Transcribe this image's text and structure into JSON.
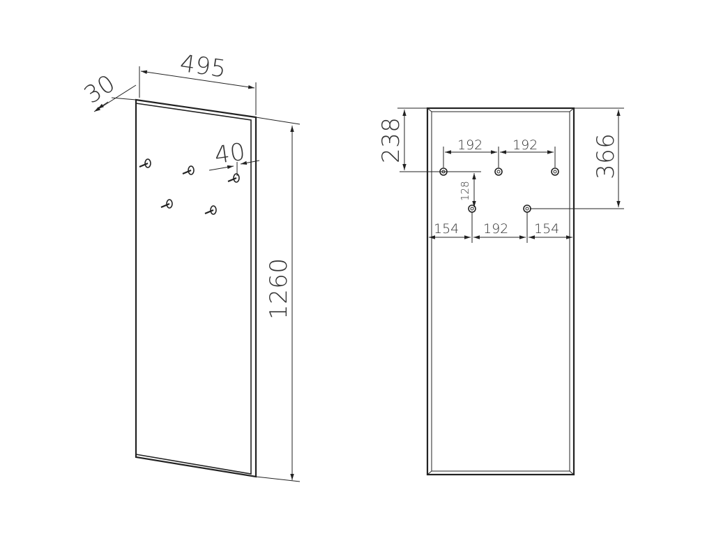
{
  "side_view": {
    "width_label": "495",
    "depth_label": "30",
    "hook_offset_label": "40",
    "height_label": "1260"
  },
  "front_view": {
    "top_to_first_row_label": "238",
    "top_to_second_row_label": "366",
    "row_gap_label": "128",
    "top_spacing_left_label": "192",
    "top_spacing_right_label": "192",
    "bottom_left_margin_label": "154",
    "bottom_center_spacing_label": "192",
    "bottom_right_margin_label": "154"
  }
}
